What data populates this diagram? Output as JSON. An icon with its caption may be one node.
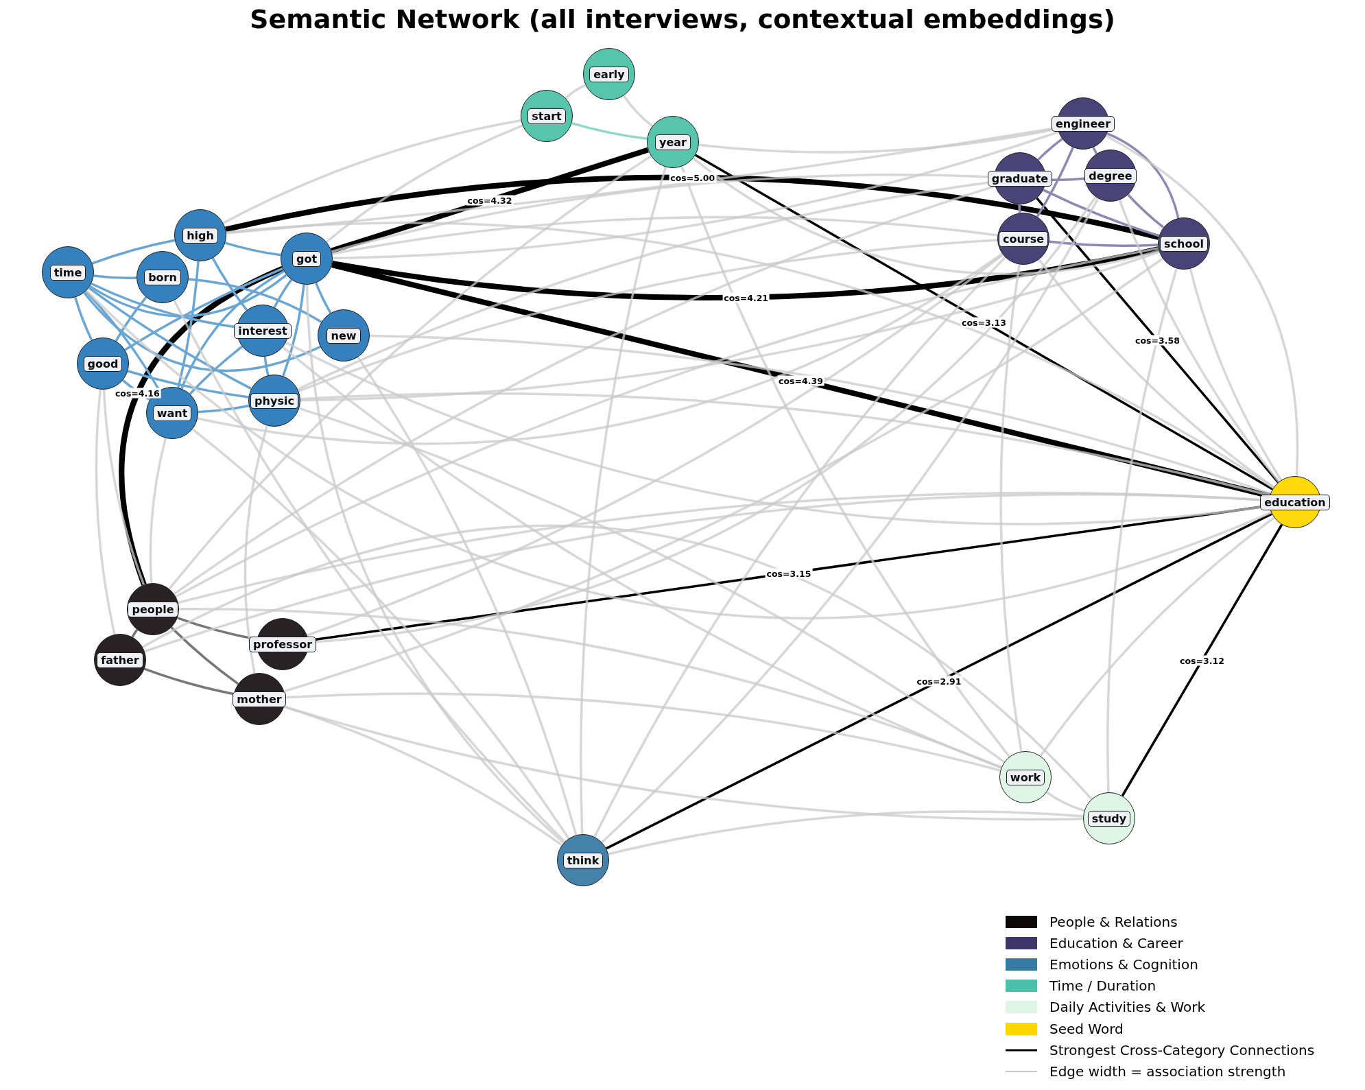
{
  "diagram": {
    "title": "Semantic Network (all interviews, contextual embeddings)",
    "nodes": [
      {
        "text": [
          "early"
        ]
      },
      {
        "text": [
          "start"
        ]
      },
      {
        "text": [
          "year"
        ]
      },
      {
        "text": [
          "engineer"
        ]
      },
      {
        "text": [
          "graduate"
        ]
      },
      {
        "text": [
          "degree"
        ]
      },
      {
        "text": [
          "course"
        ]
      },
      {
        "text": [
          "school"
        ]
      },
      {
        "text": [
          "high"
        ]
      },
      {
        "text": [
          "time"
        ]
      },
      {
        "text": [
          "born"
        ]
      },
      {
        "text": [
          "got"
        ]
      },
      {
        "text": [
          "interest"
        ]
      },
      {
        "text": [
          "new"
        ]
      },
      {
        "text": [
          "good"
        ]
      },
      {
        "text": [
          "want"
        ]
      },
      {
        "text": [
          "physic"
        ]
      },
      {
        "text": [
          "education"
        ]
      },
      {
        "text": [
          "people"
        ]
      },
      {
        "text": [
          "professor"
        ]
      },
      {
        "text": [
          "father"
        ]
      },
      {
        "text": [
          "mother"
        ]
      },
      {
        "text": [
          "work"
        ]
      },
      {
        "text": [
          "study"
        ]
      },
      {
        "text": [
          "think"
        ]
      }
    ],
    "edges": [
      {
        "from": 11,
        "to": 2,
        "arrow": "none",
        "label": "cos=4.32",
        "style": "thick",
        "color": "#000000"
      },
      {
        "from": 8,
        "to": 7,
        "arrow": "none",
        "label": "cos=5.00",
        "style": "thick",
        "color": "#000000"
      },
      {
        "from": 11,
        "to": 7,
        "arrow": "none",
        "label": "cos=4.21",
        "style": "thick",
        "color": "#000000"
      },
      {
        "from": 2,
        "to": 17,
        "arrow": "none",
        "label": "cos=3.13",
        "color": "#000000"
      },
      {
        "from": 4,
        "to": 17,
        "arrow": "none",
        "label": "cos=3.58",
        "color": "#000000"
      },
      {
        "from": 11,
        "to": 17,
        "arrow": "none",
        "label": "cos=4.39",
        "style": "thick",
        "color": "#000000"
      },
      {
        "from": 11,
        "to": 18,
        "arrow": "none",
        "label": "cos=4.16",
        "style": "thick",
        "color": "#000000"
      },
      {
        "from": 19,
        "to": 17,
        "arrow": "none",
        "label": "cos=3.15",
        "color": "#000000"
      },
      {
        "from": 24,
        "to": 17,
        "arrow": "none",
        "label": "cos=2.91",
        "color": "#000000"
      },
      {
        "from": 23,
        "to": 17,
        "arrow": "none",
        "label": "cos=3.12",
        "color": "#000000"
      },
      {
        "from": 1,
        "to": 2,
        "arrow": "none",
        "color": "#8fd9c6"
      },
      {
        "from": 3,
        "to": 4,
        "arrow": "none",
        "color": "#8d89b3"
      },
      {
        "from": 3,
        "to": 5,
        "arrow": "none",
        "color": "#8d89b3"
      },
      {
        "from": 3,
        "to": 6,
        "arrow": "none",
        "color": "#8d89b3"
      },
      {
        "from": 3,
        "to": 7,
        "arrow": "none",
        "color": "#8d89b3"
      },
      {
        "from": 4,
        "to": 5,
        "arrow": "none",
        "color": "#8d89b3"
      },
      {
        "from": 4,
        "to": 6,
        "arrow": "none",
        "color": "#8d89b3"
      },
      {
        "from": 4,
        "to": 7,
        "arrow": "none",
        "color": "#8d89b3"
      },
      {
        "from": 5,
        "to": 7,
        "arrow": "none",
        "color": "#8d89b3"
      },
      {
        "from": 6,
        "to": 7,
        "arrow": "none",
        "color": "#8d89b3"
      },
      {
        "from": 9,
        "to": 8,
        "arrow": "none",
        "color": "#6aa6d3"
      },
      {
        "from": 9,
        "to": 10,
        "arrow": "none",
        "color": "#6aa6d3"
      },
      {
        "from": 9,
        "to": 11,
        "arrow": "none",
        "color": "#6aa6d3"
      },
      {
        "from": 9,
        "to": 14,
        "arrow": "none",
        "color": "#6aa6d3"
      },
      {
        "from": 9,
        "to": 15,
        "arrow": "none",
        "color": "#6aa6d3"
      },
      {
        "from": 9,
        "to": 16,
        "arrow": "none",
        "color": "#6aa6d3"
      },
      {
        "from": 9,
        "to": 12,
        "arrow": "none",
        "color": "#6aa6d3"
      },
      {
        "from": 9,
        "to": 13,
        "arrow": "none",
        "color": "#6aa6d3"
      },
      {
        "from": 8,
        "to": 11,
        "arrow": "none",
        "color": "#6aa6d3"
      },
      {
        "from": 8,
        "to": 15,
        "arrow": "none",
        "color": "#6aa6d3"
      },
      {
        "from": 8,
        "to": 12,
        "arrow": "none",
        "color": "#6aa6d3"
      },
      {
        "from": 10,
        "to": 14,
        "arrow": "none",
        "color": "#6aa6d3"
      },
      {
        "from": 10,
        "to": 13,
        "arrow": "none",
        "color": "#6aa6d3"
      },
      {
        "from": 11,
        "to": 14,
        "arrow": "none",
        "color": "#6aa6d3"
      },
      {
        "from": 11,
        "to": 12,
        "arrow": "none",
        "color": "#6aa6d3"
      },
      {
        "from": 11,
        "to": 13,
        "arrow": "none",
        "color": "#6aa6d3"
      },
      {
        "from": 11,
        "to": 16,
        "arrow": "none",
        "color": "#6aa6d3"
      },
      {
        "from": 11,
        "to": 15,
        "arrow": "none",
        "color": "#6aa6d3"
      },
      {
        "from": 12,
        "to": 15,
        "arrow": "none",
        "color": "#6aa6d3"
      },
      {
        "from": 12,
        "to": 16,
        "arrow": "none",
        "color": "#6aa6d3"
      },
      {
        "from": 14,
        "to": 15,
        "arrow": "none",
        "color": "#6aa6d3"
      },
      {
        "from": 14,
        "to": 16,
        "arrow": "none",
        "color": "#6aa6d3"
      },
      {
        "from": 15,
        "to": 16,
        "arrow": "none",
        "color": "#6aa6d3"
      },
      {
        "from": 18,
        "to": 19,
        "arrow": "none",
        "color": "#777777"
      },
      {
        "from": 18,
        "to": 21,
        "arrow": "none",
        "color": "#777777"
      },
      {
        "from": 20,
        "to": 21,
        "arrow": "none",
        "color": "#777777"
      },
      {
        "from": 18,
        "to": 20,
        "arrow": "none",
        "color": "#777777"
      },
      {
        "from": 0,
        "to": 1,
        "arrow": "none"
      },
      {
        "from": 0,
        "to": 2,
        "arrow": "none"
      },
      {
        "from": 2,
        "to": 3,
        "arrow": "none"
      },
      {
        "from": 2,
        "to": 7,
        "arrow": "none"
      },
      {
        "from": 2,
        "to": 22,
        "arrow": "none"
      },
      {
        "from": 2,
        "to": 24,
        "arrow": "none"
      },
      {
        "from": 2,
        "to": 18,
        "arrow": "none"
      },
      {
        "from": 1,
        "to": 11,
        "arrow": "none"
      },
      {
        "from": 1,
        "to": 8,
        "arrow": "none"
      },
      {
        "from": 3,
        "to": 11,
        "arrow": "none"
      },
      {
        "from": 3,
        "to": 8,
        "arrow": "none"
      },
      {
        "from": 3,
        "to": 17,
        "arrow": "none"
      },
      {
        "from": 4,
        "to": 11,
        "arrow": "none"
      },
      {
        "from": 4,
        "to": 16,
        "arrow": "none"
      },
      {
        "from": 4,
        "to": 18,
        "arrow": "none"
      },
      {
        "from": 6,
        "to": 11,
        "arrow": "none"
      },
      {
        "from": 6,
        "to": 16,
        "arrow": "none"
      },
      {
        "from": 6,
        "to": 24,
        "arrow": "none"
      },
      {
        "from": 6,
        "to": 22,
        "arrow": "none"
      },
      {
        "from": 6,
        "to": 15,
        "arrow": "none"
      },
      {
        "from": 6,
        "to": 17,
        "arrow": "none"
      },
      {
        "from": 7,
        "to": 16,
        "arrow": "none"
      },
      {
        "from": 7,
        "to": 17,
        "arrow": "none"
      },
      {
        "from": 7,
        "to": 23,
        "arrow": "none"
      },
      {
        "from": 7,
        "to": 18,
        "arrow": "none"
      },
      {
        "from": 5,
        "to": 17,
        "arrow": "none"
      },
      {
        "from": 5,
        "to": 24,
        "arrow": "none"
      },
      {
        "from": 5,
        "to": 19,
        "arrow": "none"
      },
      {
        "from": 17,
        "to": 8,
        "arrow": "none"
      },
      {
        "from": 17,
        "to": 16,
        "arrow": "none"
      },
      {
        "from": 17,
        "to": 18,
        "arrow": "none"
      },
      {
        "from": 17,
        "to": 22,
        "arrow": "none"
      },
      {
        "from": 17,
        "to": 12,
        "arrow": "none"
      },
      {
        "from": 17,
        "to": 13,
        "arrow": "none"
      },
      {
        "from": 17,
        "to": 9,
        "arrow": "none"
      },
      {
        "from": 17,
        "to": 20,
        "arrow": "none"
      },
      {
        "from": 22,
        "to": 23,
        "arrow": "none"
      },
      {
        "from": 22,
        "to": 18,
        "arrow": "none"
      },
      {
        "from": 22,
        "to": 21,
        "arrow": "none"
      },
      {
        "from": 22,
        "to": 16,
        "arrow": "none"
      },
      {
        "from": 22,
        "to": 12,
        "arrow": "none"
      },
      {
        "from": 23,
        "to": 20,
        "arrow": "none"
      },
      {
        "from": 23,
        "to": 21,
        "arrow": "none"
      },
      {
        "from": 23,
        "to": 24,
        "arrow": "none"
      },
      {
        "from": 24,
        "to": 15,
        "arrow": "none"
      },
      {
        "from": 24,
        "to": 10,
        "arrow": "none"
      },
      {
        "from": 24,
        "to": 21,
        "arrow": "none"
      },
      {
        "from": 24,
        "to": 11,
        "arrow": "none"
      },
      {
        "from": 24,
        "to": 13,
        "arrow": "none"
      },
      {
        "from": 15,
        "to": 18,
        "arrow": "none"
      },
      {
        "from": 14,
        "to": 18,
        "arrow": "none"
      },
      {
        "from": 14,
        "to": 20,
        "arrow": "none"
      },
      {
        "from": 16,
        "to": 21,
        "arrow": "none"
      },
      {
        "from": 19,
        "to": 6,
        "arrow": "none"
      },
      {
        "from": 21,
        "to": 7,
        "arrow": "none"
      }
    ],
    "legend": [
      {
        "text": "People & Relations",
        "color": "#0d0708"
      },
      {
        "text": "Education & Career",
        "color": "#3e356b"
      },
      {
        "text": "Emotions & Cognition",
        "color": "#357ba3"
      },
      {
        "text": "Time / Duration",
        "color": "#4bc0ab"
      },
      {
        "text": "Daily Activities & Work",
        "color": "#def5e5"
      },
      {
        "text": "Seed Word",
        "color": "#ffd700"
      },
      {
        "text": "Strongest Cross-Category Connections"
      },
      {
        "text": "Edge width = association strength"
      }
    ]
  }
}
